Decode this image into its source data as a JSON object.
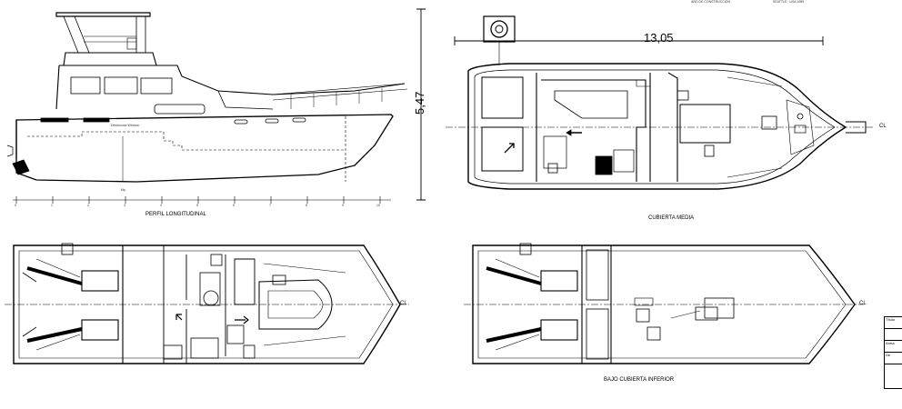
{
  "dimensions": {
    "length": "13,05",
    "height": "5,47"
  },
  "header": {
    "line1": "AÑO DE CONSTRUCCION",
    "line2": "SEATTLE · USA 1989"
  },
  "views": {
    "profile": {
      "title": "PERFIL LONGITUDINAL",
      "deckhouse_label": "Deckhouse Window",
      "mp_label": "Mp"
    },
    "mid_deck": {
      "title": "CUBIERTA MEDIA"
    },
    "lower_deck": {
      "title": "BAJO CUBIERTA INFERIOR"
    }
  },
  "centerline": "CL",
  "station_numbers": [
    "0",
    "1",
    "2",
    "3",
    "4",
    "5",
    "6",
    "7",
    "8",
    "9",
    "10"
  ],
  "title_block_rows": [
    "Título",
    "",
    "Arma",
    "De"
  ]
}
